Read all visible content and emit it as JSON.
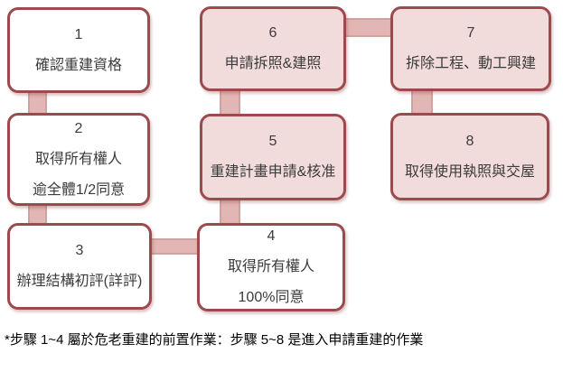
{
  "diagram": {
    "boxes": [
      {
        "number": "1",
        "lines": [
          "確認重建資格"
        ],
        "fill": "white"
      },
      {
        "number": "2",
        "lines": [
          "取得所有權人",
          "逾全體1/2同意"
        ],
        "fill": "white"
      },
      {
        "number": "3",
        "lines": [
          "辦理結構初評(詳評)"
        ],
        "fill": "white"
      },
      {
        "number": "4",
        "lines": [
          "取得所有權人",
          "100%同意"
        ],
        "fill": "white"
      },
      {
        "number": "5",
        "lines": [
          "重建計畫申請&核准"
        ],
        "fill": "pink"
      },
      {
        "number": "6",
        "lines": [
          "申請拆照&建照"
        ],
        "fill": "pink"
      },
      {
        "number": "7",
        "lines": [
          "拆除工程、動工興建"
        ],
        "fill": "pink"
      },
      {
        "number": "8",
        "lines": [
          "取得使用執照與交屋"
        ],
        "fill": "pink"
      }
    ],
    "connections": [
      "1-2",
      "2-3",
      "3-4",
      "6-5",
      "5-4",
      "6-7",
      "7-8"
    ],
    "footnote": "*步驟 1~4 屬於危老重建的前置作業：步驟 5~8 是進入申請重建的作業",
    "colors": {
      "box_border": "#9c4a4e",
      "pink_fill": "#f2dcdb",
      "white_fill": "#ffffff",
      "connector": "#e2b6b4",
      "text": "#3b3b3b"
    }
  }
}
